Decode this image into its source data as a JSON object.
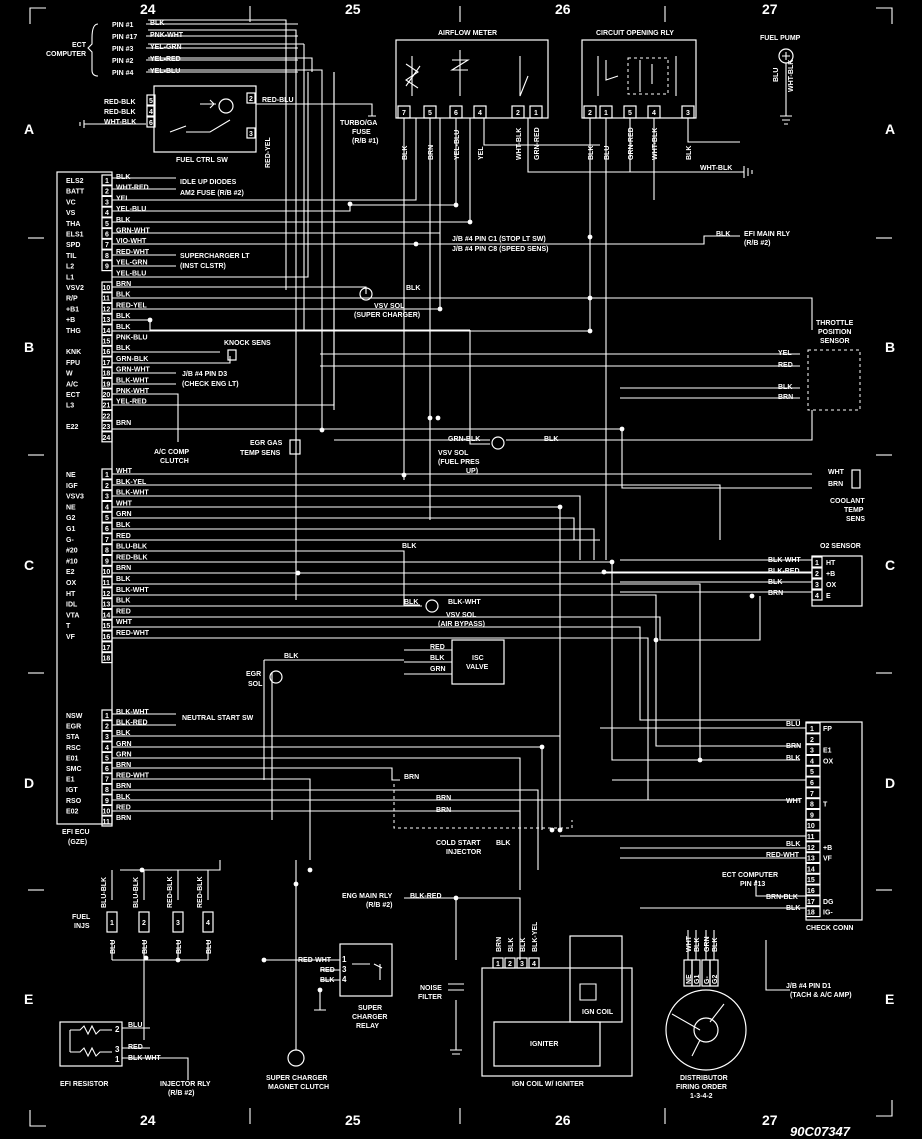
{
  "grid": {
    "columns": [
      "24",
      "25",
      "26",
      "27"
    ],
    "rows": [
      "A",
      "B",
      "C",
      "D",
      "E"
    ]
  },
  "diagram_code": "90C07347",
  "ecu": {
    "name": "EFI ECU",
    "sub": "(GZE)",
    "group1": [
      {
        "pin": "ELS2",
        "num": "1",
        "wire": "BLK"
      },
      {
        "pin": "BATT",
        "num": "2",
        "wire": "WHT-RED"
      },
      {
        "pin": "VC",
        "num": "3",
        "wire": "YEL"
      },
      {
        "pin": "VS",
        "num": "4",
        "wire": "YEL-BLU"
      },
      {
        "pin": "THA",
        "num": "5",
        "wire": "BLK"
      },
      {
        "pin": "ELS1",
        "num": "6",
        "wire": "GRN-WHT"
      },
      {
        "pin": "SPD",
        "num": "7",
        "wire": "VIO-WHT"
      },
      {
        "pin": "TIL",
        "num": "8",
        "wire": "RED-WHT"
      },
      {
        "pin": "L2",
        "num": "9",
        "wire": "YEL-GRN"
      },
      {
        "pin": "L1",
        "num": "",
        "wire": "YEL-BLU"
      },
      {
        "pin": "VSV2",
        "num": "10",
        "wire": "BRN"
      },
      {
        "pin": "R/P",
        "num": "11",
        "wire": "BLK"
      },
      {
        "pin": "+B1",
        "num": "12",
        "wire": "RED-YEL"
      },
      {
        "pin": "+B",
        "num": "13",
        "wire": "BLK"
      },
      {
        "pin": "THG",
        "num": "14",
        "wire": "BLK"
      },
      {
        "pin": "",
        "num": "15",
        "wire": "PNK-BLU"
      },
      {
        "pin": "KNK",
        "num": "16",
        "wire": "BLK"
      },
      {
        "pin": "FPU",
        "num": "17",
        "wire": "GRN-BLK"
      },
      {
        "pin": "W",
        "num": "18",
        "wire": "GRN-WHT"
      },
      {
        "pin": "A/C",
        "num": "19",
        "wire": "BLK-WHT"
      },
      {
        "pin": "ECT",
        "num": "20",
        "wire": "PNK-WHT"
      },
      {
        "pin": "L3",
        "num": "21",
        "wire": "YEL-RED"
      },
      {
        "pin": "",
        "num": "22",
        "wire": ""
      },
      {
        "pin": "E22",
        "num": "23",
        "wire": "BRN"
      },
      {
        "pin": "",
        "num": "24",
        "wire": ""
      }
    ],
    "group2": [
      {
        "pin": "NE",
        "num": "1",
        "wire": "WHT"
      },
      {
        "pin": "IGF",
        "num": "2",
        "wire": "BLK-YEL"
      },
      {
        "pin": "VSV3",
        "num": "3",
        "wire": "BLK-WHT"
      },
      {
        "pin": "NE",
        "num": "4",
        "wire": "WHT"
      },
      {
        "pin": "G2",
        "num": "5",
        "wire": "GRN"
      },
      {
        "pin": "G1",
        "num": "6",
        "wire": "BLK"
      },
      {
        "pin": "G-",
        "num": "7",
        "wire": "RED"
      },
      {
        "pin": "#20",
        "num": "8",
        "wire": "BLU-BLK"
      },
      {
        "pin": "#10",
        "num": "9",
        "wire": "RED-BLK"
      },
      {
        "pin": "E2",
        "num": "10",
        "wire": "BRN"
      },
      {
        "pin": "OX",
        "num": "11",
        "wire": "BLK"
      },
      {
        "pin": "HT",
        "num": "12",
        "wire": "BLK-WHT"
      },
      {
        "pin": "IDL",
        "num": "13",
        "wire": "BLK"
      },
      {
        "pin": "VTA",
        "num": "14",
        "wire": "RED"
      },
      {
        "pin": "T",
        "num": "15",
        "wire": "WHT"
      },
      {
        "pin": "VF",
        "num": "16",
        "wire": "RED-WHT"
      },
      {
        "pin": "",
        "num": "17",
        "wire": ""
      },
      {
        "pin": "",
        "num": "18",
        "wire": ""
      }
    ],
    "group3": [
      {
        "pin": "NSW",
        "num": "1",
        "wire": "BLK-WHT"
      },
      {
        "pin": "EGR",
        "num": "2",
        "wire": "BLK-RED"
      },
      {
        "pin": "STA",
        "num": "3",
        "wire": "BLK"
      },
      {
        "pin": "RSC",
        "num": "4",
        "wire": "GRN"
      },
      {
        "pin": "E01",
        "num": "5",
        "wire": "GRN"
      },
      {
        "pin": "SMC",
        "num": "6",
        "wire": "BRN"
      },
      {
        "pin": "E1",
        "num": "7",
        "wire": "RED-WHT"
      },
      {
        "pin": "IGT",
        "num": "8",
        "wire": "BRN"
      },
      {
        "pin": "RSO",
        "num": "9",
        "wire": "BLK"
      },
      {
        "pin": "E02",
        "num": "10",
        "wire": "RED"
      },
      {
        "pin": "",
        "num": "11",
        "wire": "BRN"
      }
    ]
  },
  "labels": {
    "ect_computer": [
      "ECT",
      "COMPUTER"
    ],
    "ect_pins": [
      {
        "pin": "PIN #1",
        "wire": "BLK"
      },
      {
        "pin": "PIN #17",
        "wire": "PNK-WHT"
      },
      {
        "pin": "PIN #3",
        "wire": "YEL-GRN"
      },
      {
        "pin": "PIN #2",
        "wire": "YEL-RED"
      },
      {
        "pin": "PIN #4",
        "wire": "YEL-BLU"
      }
    ],
    "fuel_ctrl_sw": "FUEL CTRL SW",
    "fuel_ctrl_wires": [
      "RED-BLK",
      "RED-BLK",
      "WHT-BLK"
    ],
    "fuel_ctrl_pins": [
      "5",
      "4",
      "6",
      "2",
      "3"
    ],
    "fuel_ctrl_out": "RED-BLU",
    "red_yel": "RED-YEL",
    "turbo_fuse": [
      "TURBO/GA",
      "FUSE",
      "(R/B #1)"
    ],
    "airflow_meter": "AIRFLOW METER",
    "afm_pins": [
      "7",
      "5",
      "6",
      "4",
      "2",
      "1"
    ],
    "afm_wires": [
      "BLK",
      "BRN",
      "YEL-BLU",
      "YEL",
      "WHT-BLK",
      "GRN-RED"
    ],
    "circuit_opening_rly": "CIRCUIT OPENING RLY",
    "cor_pins": [
      "2",
      "1",
      "5",
      "4",
      "3"
    ],
    "cor_wires": [
      "BLK",
      "BLU",
      "GRN-RED",
      "WHT-BLK",
      "BLK"
    ],
    "fuel_pump": "FUEL PUMP",
    "fuel_pump_wires": [
      "BLU",
      "WHT-BLK"
    ],
    "wht_blk": "WHT-BLK",
    "idle_up": "IDLE UP DIODES",
    "am2_fuse": "AM2 FUSE (R/B #2)",
    "stop_lt": "J/B #4 PIN C1 (STOP LT SW)",
    "speed_sens": "J/B #4 PIN C8 (SPEED SENS)",
    "efi_main_rly": [
      "EFI MAIN RLY",
      "(R/B #2)"
    ],
    "supercharger_lt": [
      "SUPERCHARGER LT",
      "(INST CLSTR)"
    ],
    "vsv_super": [
      "VSV SOL",
      "(SUPER CHARGER)"
    ],
    "throttle_pos": [
      "THROTTLE",
      "POSITION",
      "SENSOR"
    ],
    "tps_wires": [
      "YEL",
      "RED",
      "BLK",
      "BRN"
    ],
    "knock_sens": "KNOCK SENS",
    "check_eng": [
      "J/B #4 PIN D3",
      "(CHECK ENG LT)"
    ],
    "ac_comp": [
      "A/C COMP",
      "CLUTCH"
    ],
    "egr_gas": [
      "EGR GAS",
      "TEMP SENS"
    ],
    "vsv_fuel": [
      "VSV SOL",
      "(FUEL PRES",
      "UP)"
    ],
    "grn_blk": "GRN-BLK",
    "coolant": [
      "COOLANT",
      "TEMP",
      "SENS"
    ],
    "coolant_wires": [
      "WHT",
      "BRN"
    ],
    "o2_sensor": "O2 SENSOR",
    "o2_wires": [
      "BLK-WHT",
      "BLK-RED",
      "BLK",
      "BRN"
    ],
    "o2_pins": [
      "HT",
      "+B",
      "OX",
      "E"
    ],
    "vsv_air": [
      "VSV SOL",
      "(AIR BYPASS)"
    ],
    "isc_valve": [
      "ISC",
      "VALVE"
    ],
    "isc_wires": [
      "RED",
      "BLK",
      "GRN"
    ],
    "egr_sol": [
      "EGR",
      "SOL"
    ],
    "neutral_start": "NEUTRAL START SW",
    "check_conn": "CHECK CONN",
    "check_pins": [
      {
        "num": "1",
        "name": "FP"
      },
      {
        "num": "2",
        "name": ""
      },
      {
        "num": "3",
        "name": "E1"
      },
      {
        "num": "4",
        "name": "OX"
      },
      {
        "num": "5",
        "name": ""
      },
      {
        "num": "6",
        "name": ""
      },
      {
        "num": "7",
        "name": ""
      },
      {
        "num": "8",
        "name": "T"
      },
      {
        "num": "9",
        "name": ""
      },
      {
        "num": "10",
        "name": ""
      },
      {
        "num": "11",
        "name": ""
      },
      {
        "num": "12",
        "name": "+B"
      },
      {
        "num": "13",
        "name": "VF"
      },
      {
        "num": "14",
        "name": ""
      },
      {
        "num": "15",
        "name": ""
      },
      {
        "num": "16",
        "name": ""
      },
      {
        "num": "17",
        "name": "DG"
      },
      {
        "num": "18",
        "name": "IG-"
      }
    ],
    "check_wires": [
      "BLU",
      "BRN",
      "BLK",
      "WHT",
      "BLK",
      "RED-WHT",
      "BRN-BLK",
      "BLK"
    ],
    "ect_pin13": [
      "ECT COMPUTER",
      "PIN #13"
    ],
    "cold_start": [
      "COLD START",
      "INJECTOR"
    ],
    "eng_main_rly": [
      "ENG MAIN RLY",
      "(R/B #2)"
    ],
    "blk_red": "BLK-RED",
    "fuel_injs": [
      "FUEL",
      "INJS"
    ],
    "inj_pins": [
      "1",
      "2",
      "3",
      "4"
    ],
    "inj_wires": [
      "BLU-BLK",
      "BLU-BLK",
      "RED-BLK",
      "RED-BLK"
    ],
    "noise_filter": [
      "NOISE",
      "FILTER"
    ],
    "ign_coil": "IGN COIL",
    "igniter": "IGNITER",
    "ign_assembly": "IGN COIL W/ IGNITER",
    "ign_wires": [
      "BRN",
      "BLK",
      "BLK",
      "BLK-YEL"
    ],
    "ign_pins": [
      "1",
      "2",
      "3",
      "4"
    ],
    "distributor": [
      "DISTRIBUTOR",
      "FIRING ORDER",
      "1-3-4-2"
    ],
    "dist_wires": [
      "WHT",
      "BLK",
      "GRN",
      "BLK"
    ],
    "dist_pins": [
      "NE",
      "G1",
      "G-",
      "G2"
    ],
    "tach": [
      "J/B #4 PIN D1",
      "(TACH & A/C AMP)"
    ],
    "efi_resistor": "EFI RESISTOR",
    "efi_res_wires": [
      "BLU",
      "RED",
      "BLK-WHT"
    ],
    "efi_res_pins": [
      "2",
      "3",
      "1"
    ],
    "injector_rly": [
      "INJECTOR RLY",
      "(R/B #2)"
    ],
    "sc_clutch": [
      "SUPER CHARGER",
      "MAGNET CLUTCH"
    ],
    "sc_relay": [
      "SUPER",
      "CHARGER",
      "RELAY"
    ],
    "sc_relay_wires": [
      "RED-WHT",
      "RED",
      "BLK"
    ],
    "sc_relay_pins": [
      "1",
      "3",
      "4"
    ]
  }
}
